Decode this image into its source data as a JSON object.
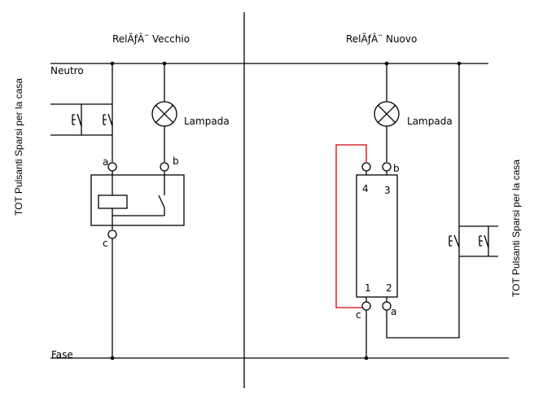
{
  "titles": {
    "old_relay": "RelÃƒÂ¨ Vecchio",
    "new_relay": "RelÃƒÂ¨ Nuovo"
  },
  "buses": {
    "neutral": "Neutro",
    "phase": "Fase"
  },
  "labels": {
    "lamp_left": "Lampada",
    "lamp_right": "Lampada",
    "buttons_left": "TOT Pulsanti Sparsi per la casa",
    "buttons_right": "TOT Pulsanti Sparsi per la casa"
  },
  "old_relay_terminals": {
    "a": "a",
    "b": "b",
    "c": "c"
  },
  "new_relay_terminals": {
    "t4": "4",
    "t3": "3",
    "t1": "1",
    "t2": "2",
    "b": "b",
    "c": "c",
    "a": "a"
  },
  "colors": {
    "wire": "#000000",
    "jumper": "#d40000"
  }
}
